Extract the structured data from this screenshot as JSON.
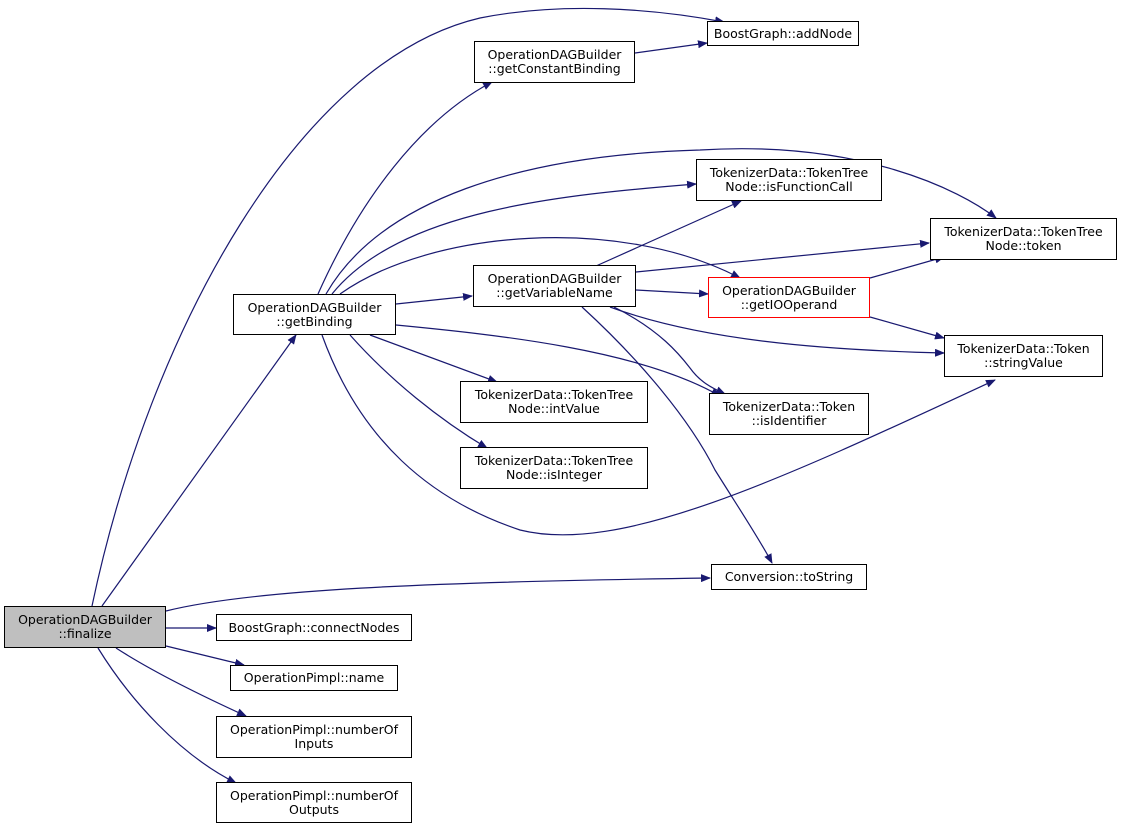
{
  "colors": {
    "edge": "#191970",
    "node_border": "#000000",
    "root_fill": "#bfbfbf",
    "highlight_border": "#ff0000",
    "background": "#ffffff"
  },
  "nodes": {
    "finalize": {
      "line1": "OperationDAGBuilder",
      "line2": "::finalize"
    },
    "getBinding": {
      "line1": "OperationDAGBuilder",
      "line2": "::getBinding"
    },
    "getConstantBinding": {
      "line1": "OperationDAGBuilder",
      "line2": "::getConstantBinding"
    },
    "addNode": {
      "line1": "BoostGraph::addNode"
    },
    "isFunctionCall": {
      "line1": "TokenizerData::TokenTree",
      "line2": "Node::isFunctionCall"
    },
    "token": {
      "line1": "TokenizerData::TokenTree",
      "line2": "Node::token"
    },
    "getVariableName": {
      "line1": "OperationDAGBuilder",
      "line2": "::getVariableName"
    },
    "getIOOperand": {
      "line1": "OperationDAGBuilder",
      "line2": "::getIOOperand"
    },
    "stringValue": {
      "line1": "TokenizerData::Token",
      "line2": "::stringValue"
    },
    "intValue": {
      "line1": "TokenizerData::TokenTree",
      "line2": "Node::intValue"
    },
    "isIdentifier": {
      "line1": "TokenizerData::Token",
      "line2": "::isIdentifier"
    },
    "isInteger": {
      "line1": "TokenizerData::TokenTree",
      "line2": "Node::isInteger"
    },
    "toString": {
      "line1": "Conversion::toString"
    },
    "connectNodes": {
      "line1": "BoostGraph::connectNodes"
    },
    "name": {
      "line1": "OperationPimpl::name"
    },
    "numberOfInputs": {
      "line1": "OperationPimpl::numberOf",
      "line2": "Inputs"
    },
    "numberOfOutputs": {
      "line1": "OperationPimpl::numberOf",
      "line2": "Outputs"
    }
  }
}
